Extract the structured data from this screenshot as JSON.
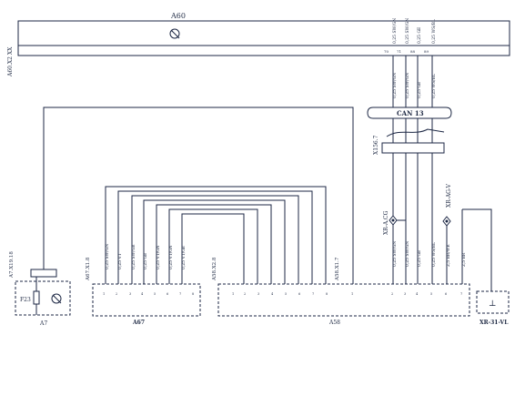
{
  "components": {
    "a60": {
      "label": "A60",
      "connector": "A60.X2 XX",
      "pins": [
        "70",
        "71",
        "88",
        "89"
      ]
    },
    "can": {
      "label": "CAN 13",
      "connector": "X156.7"
    },
    "xr_acg": {
      "label": "XR-A.CG"
    },
    "xr_agv": {
      "label": "XR-AG-V"
    },
    "a7": {
      "label": "A7",
      "connector": "A7.X19.18",
      "fuse": "F23"
    },
    "a67": {
      "label": "A67",
      "connector": "A67.X1.8"
    },
    "a58": {
      "label": "A58",
      "connector_left": "A58.X2.8",
      "connector_right": "A58.X1.7"
    },
    "xr31": {
      "label": "XR-31-VL",
      "symbol": "⊥"
    }
  },
  "wire_labels": {
    "a60": [
      "0,25 SW/GN",
      "0,25 SW/GN",
      "0,25 GE",
      "0,25 WS/BL"
    ],
    "mid": [
      "0,25 SW/GN",
      "0,25 SW/GN",
      "0,25 GE",
      "0,25 WS/BL"
    ],
    "lower_right": [
      "0,25 SW/GN",
      "0,25 SW/GN",
      "0,25 GE",
      "0,25 WS/BL",
      "2,5 BR/WE",
      "2,5 BR"
    ],
    "a67": [
      "0,25 SW/GN",
      "0,25 VT",
      "0,25 SW/GE",
      "0,25 GE",
      "0,25 VT/GN",
      "0,25 VT/GN",
      "0,25 VT/GE"
    ]
  }
}
